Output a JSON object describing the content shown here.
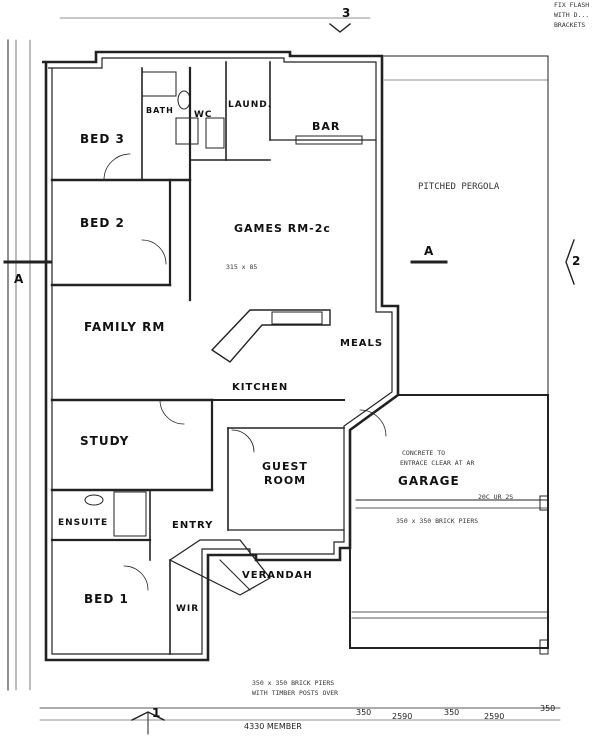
{
  "rooms": {
    "bed3": "BED 3",
    "bath": "BATH",
    "wc": "WC",
    "laundry": "LAUND.",
    "bar": "BAR",
    "bed2": "BED 2",
    "games": "GAMES RM-2c",
    "family": "FAMILY RM",
    "meals": "MEALS",
    "kitchen": "KITCHEN",
    "study": "STUDY",
    "guest": "GUEST",
    "guest2": "ROOM",
    "garage": "GARAGE",
    "ensuite": "ENSUITE",
    "entry": "ENTRY",
    "verandah": "VERANDAH",
    "bed1": "BED 1",
    "wir": "WIR"
  },
  "annotations": {
    "pitched_pergola": "PITCHED PERGOLA",
    "top_right_1": "FIX FLASH",
    "top_right_2": "WITH D...",
    "top_right_3": "BRACKETS",
    "games_size": "315 x 85",
    "garage_note": "CONCRETE TO",
    "garage_note2": "ENTRACE CLEAR AT AR",
    "brick_piers": "350 x 350 BRICK PIERS",
    "brick_piers2": "WITH TIMBER POSTS OVER",
    "garage_beam": "350 x 350 BRICK PIERS",
    "dim_2c": "20C UR 2S"
  },
  "dimensions": {
    "bottom_4330": "4330 MEMBER",
    "bottom_350a": "350",
    "bottom_2590a": "2590",
    "bottom_350b": "350",
    "bottom_2590b": "2590",
    "bottom_350c": "350",
    "left_a": "A",
    "right_a": "A"
  },
  "markers": {
    "top": "3",
    "right": "2",
    "bottom": "1"
  }
}
